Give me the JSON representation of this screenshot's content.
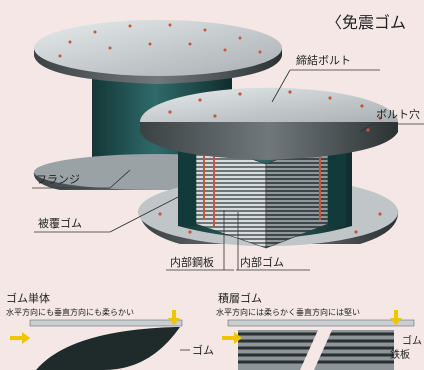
{
  "title": "〈免震ゴム",
  "labels": {
    "bolt": "締結ボルト",
    "bolt_hole": "ボルト穴",
    "flange": "フランジ",
    "cover_rubber": "被覆ゴム",
    "inner_steel": "内部鋼板",
    "inner_rubber": "内部ゴム"
  },
  "panels": {
    "left": {
      "title": "ゴム単体",
      "subtitle": "水平方向にも垂直方向にも柔らかい",
      "legend": "ゴム"
    },
    "right": {
      "title": "積層ゴム",
      "subtitle": "水平方向には柔らかく垂直方向には堅い",
      "legend_rubber": "ゴム",
      "legend_steel": "鉄板"
    }
  },
  "colors": {
    "background": "#f4e7e6",
    "flange": "#c9ced0",
    "rubber": "#1f4d4d",
    "steel": "#aeb5b8",
    "arrow": "#f2c300"
  }
}
